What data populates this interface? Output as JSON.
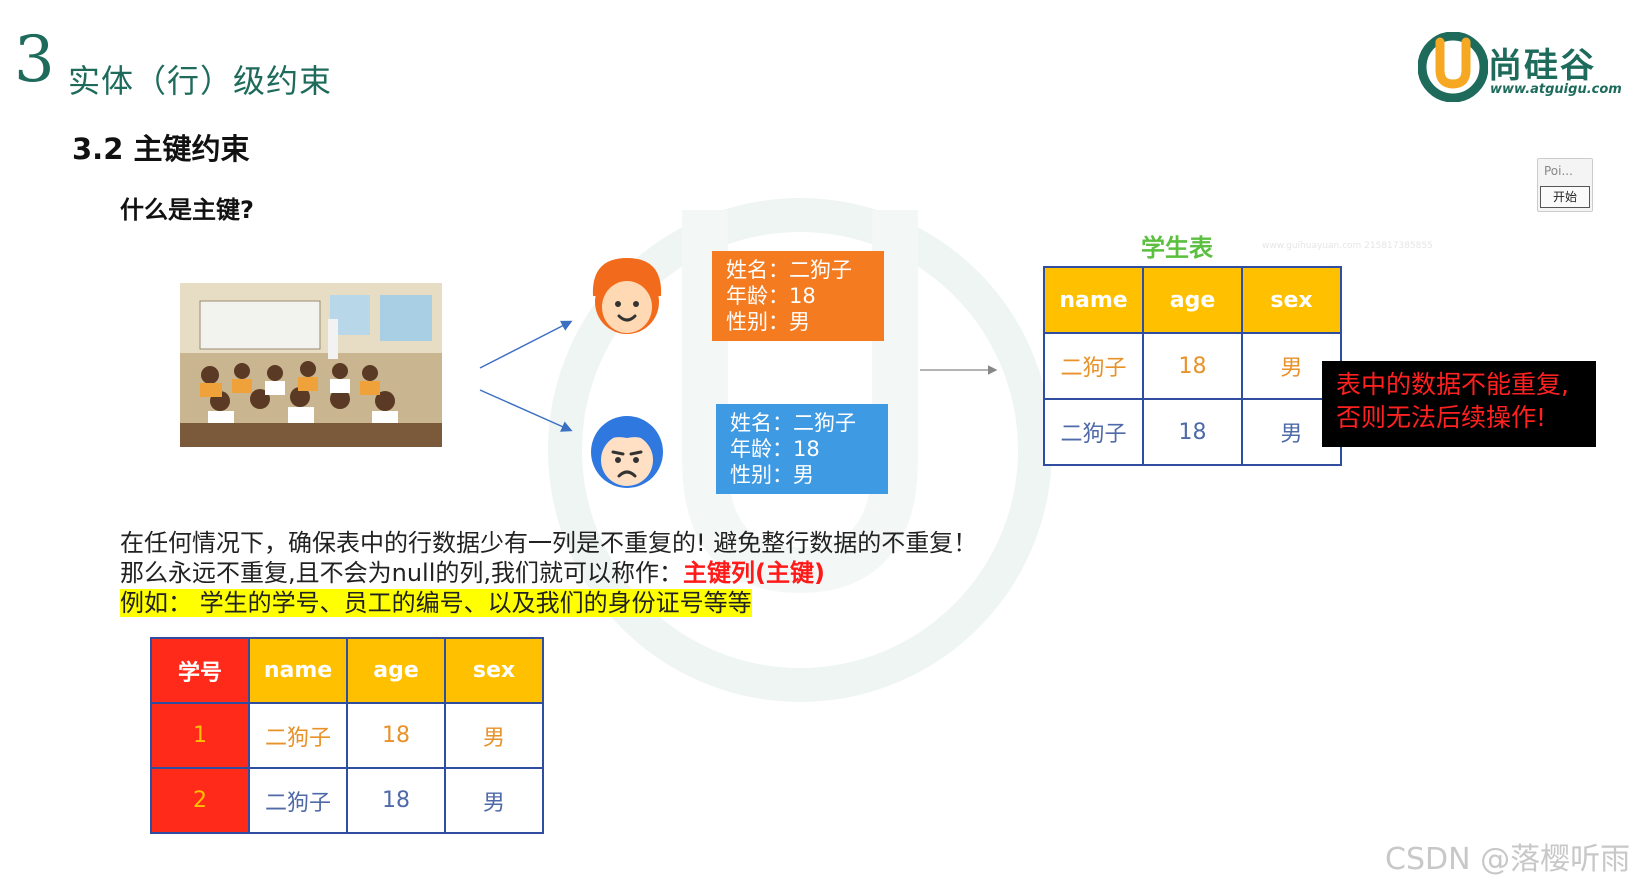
{
  "header": {
    "section_number": "3",
    "section_title": "实体（行）级约束",
    "subtitle": "3.2 主键约束",
    "question": "什么是主键?"
  },
  "logo": {
    "name": "尚硅谷",
    "url": "www.atguigu.com"
  },
  "widget": {
    "label": "Poi...",
    "button": "开始"
  },
  "cards": [
    {
      "lines": [
        "姓名：二狗子",
        "年龄：18",
        "性别：男"
      ]
    },
    {
      "lines": [
        "姓名：二狗子",
        "年龄：18",
        "性别：男"
      ]
    }
  ],
  "student_table": {
    "title": "学生表",
    "headers": [
      "name",
      "age",
      "sex"
    ],
    "rows": [
      [
        "二狗子",
        "18",
        "男"
      ],
      [
        "二狗子",
        "18",
        "男"
      ]
    ]
  },
  "warning": [
    "表中的数据不能重复,",
    "否则无法后续操作!"
  ],
  "paragraph": {
    "line1": "在任何情况下，确保表中的行数据少有一列是不重复的! 避免整行数据的不重复！",
    "line2_prefix": "那么永远不重复,且不会为null的列,我们就可以称作：",
    "line2_highlight": "主键列(主键)",
    "line3": "例如： 学生的学号、员工的编号、以及我们的身份证号等等"
  },
  "pk_table": {
    "headers": [
      "学号",
      "name",
      "age",
      "sex"
    ],
    "rows": [
      [
        "1",
        "二狗子",
        "18",
        "男"
      ],
      [
        "2",
        "二狗子",
        "18",
        "男"
      ]
    ]
  },
  "footer": "CSDN @落樱听雨",
  "faint_text": "www.guihuayuan.com 215817385855",
  "colors": {
    "brand_green": "#1e6b5c",
    "header_yellow": "#ffc000",
    "pk_red": "#ff2a1a",
    "card_orange": "#f47b20",
    "card_blue": "#3f9ae4",
    "border_blue": "#2f4ea0"
  }
}
